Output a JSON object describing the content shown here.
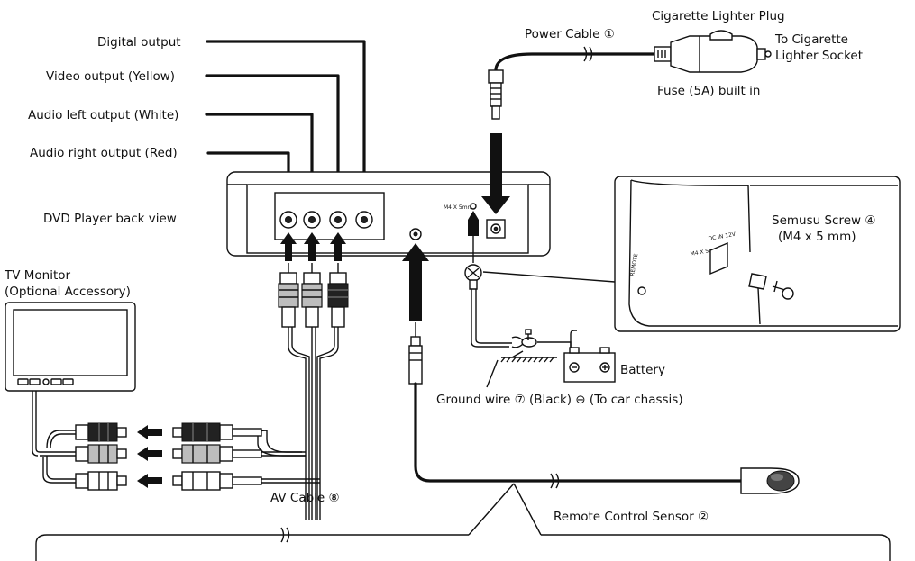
{
  "labels": {
    "digital_output": "Digital output",
    "video_output": "Video output (Yellow)",
    "audio_left": "Audio left output (White)",
    "audio_right": "Audio right output (Red)",
    "dvd_back": "DVD Player back view",
    "tv_monitor_1": "TV Monitor",
    "tv_monitor_2": "(Optional Accessory)",
    "power_cable": "Power Cable ①",
    "cig_plug": "Cigarette Lighter Plug",
    "to_cig_1": "To Cigarette",
    "to_cig_2": "Lighter Socket",
    "fuse": "Fuse (5A) built in",
    "semusu_1": "Semusu Screw ④",
    "semusu_2": "(M4 x 5 mm)",
    "battery": "Battery",
    "ground": "Ground wire ⑦ (Black) ⊖ (To car chassis)",
    "av_cable": "AV Cable ⑧",
    "remote_sensor": "Remote Control Sensor ②",
    "m4_label": "M4 X 5mm",
    "m4_label_inset": "M4 X 5mm",
    "dc_label": "DC IN 12V",
    "remote_label": "REMOTE"
  }
}
